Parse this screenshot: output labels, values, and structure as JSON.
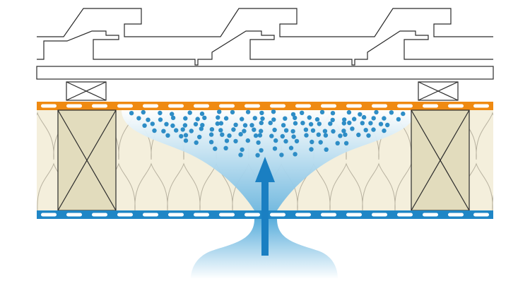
{
  "diagram": {
    "colors": {
      "background": "#ffffff",
      "outline": "#2b2b2b",
      "insulation": "#f4efdc",
      "insulation_lines": "#b8b2a0",
      "timber": "#e2dcbd",
      "orange_membrane": "#ef8a12",
      "blue_membrane": "#1f86c6",
      "vapor_light": "#e8f4fb",
      "vapor_mid": "#7ec1e4",
      "droplet": "#2e8dc6",
      "arrow": "#1a7fc2"
    },
    "layers": [
      "roof-tiles",
      "tile-battens",
      "roofing-board",
      "counter-battens",
      "orange-membrane",
      "insulation-with-rafters",
      "blue-vapor-membrane",
      "rising-vapor"
    ],
    "icons": [
      "upward-arrow-icon",
      "water-droplets-icon"
    ]
  }
}
